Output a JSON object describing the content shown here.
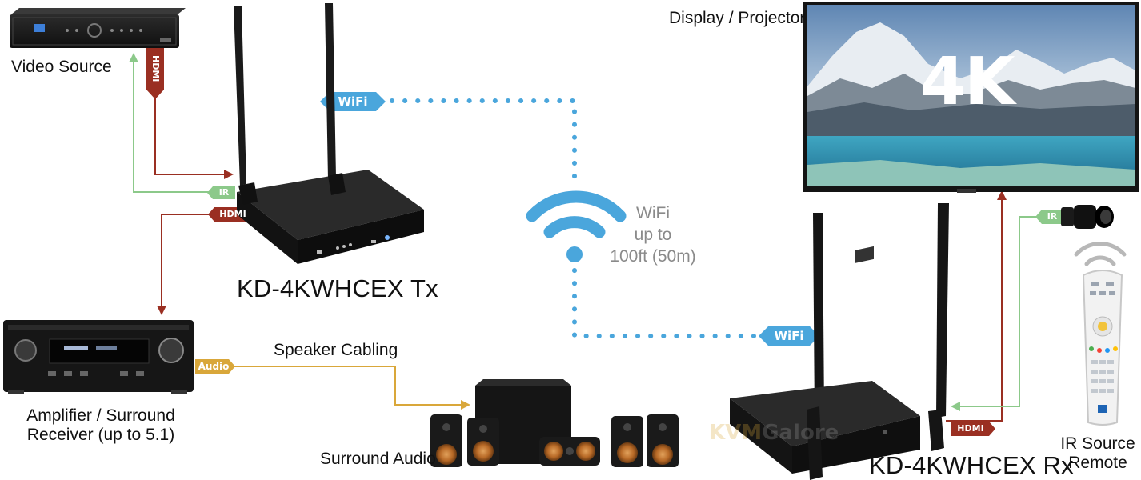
{
  "labels": {
    "video_source": "Video Source",
    "display": "Display / Projector",
    "tx": "KD-4KWHCEX Tx",
    "rx": "KD-4KWHCEX Rx",
    "amplifier_line1": "Amplifier / Surround",
    "amplifier_line2": "Receiver (up to 5.1)",
    "speaker_cabling": "Speaker Cabling",
    "surround_audio": "Surround Audio",
    "ir_source_line1": "IR Source",
    "ir_source_line2": "Remote",
    "wifi_range_line1": "WiFi",
    "wifi_range_line2": "up to",
    "wifi_range_line3": "100ft (50m)",
    "screen_text": "4K"
  },
  "tags": {
    "hdmi_vertical": "HDMI",
    "ir_tx": "IR",
    "hdmi_tx": "HDMI",
    "wifi_tx": "WiFi",
    "wifi_rx": "WiFi",
    "audio": "Audio",
    "ir_rx": "IR",
    "hdmi_rx": "HDMI"
  },
  "watermark": {
    "part1": "KVM",
    "part2": "Galore"
  },
  "colors": {
    "hdmi": "#9a2f22",
    "ir": "#8cc98a",
    "wifi": "#4aa6dc",
    "audio": "#d9a73a",
    "device": "#1b1b1b"
  }
}
